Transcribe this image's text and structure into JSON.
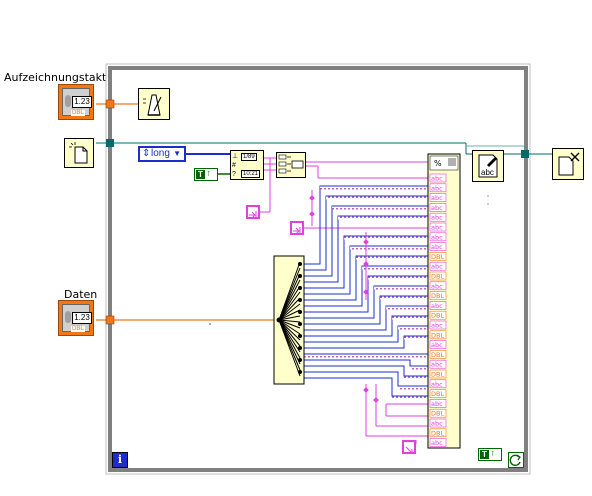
{
  "labels": {
    "record_rate": "Aufzeichnungstakt",
    "data": "Daten"
  },
  "terminals": {
    "numeric_value": "1.23",
    "type_dbl": "DBL",
    "type_abc": "abc"
  },
  "constants": {
    "ring_value": "long",
    "bool_true": "T",
    "timestamp_a": "1/89",
    "timestamp_b": "10:21"
  },
  "format_node": {
    "symbol": "%"
  },
  "icons": {
    "metronome": "metronome-icon",
    "new_file": "new-file-icon",
    "write_text": "write-text-file-icon",
    "close_file": "close-file-icon",
    "iteration": "loop-iteration-icon",
    "stop": "loop-condition-icon"
  },
  "colors": {
    "loop_border": "#808080",
    "numeric_orange": "#f07818",
    "refnum_teal": "#006b6b",
    "string_pink": "#e040e0",
    "array_blue": "#1e2ccc",
    "bool_green": "#006400",
    "terminal_fill": "#ffffcc"
  }
}
